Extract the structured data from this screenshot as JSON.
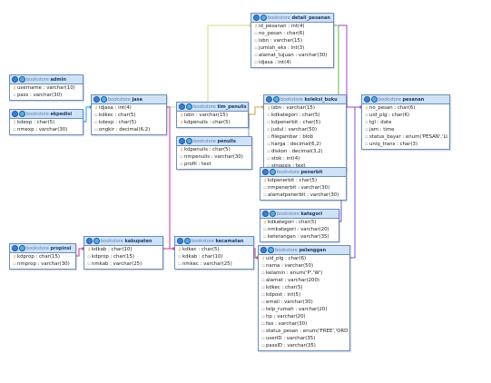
{
  "diagram": {
    "db_name": "bookstore",
    "tables": [
      {
        "id": "detail_pesanan",
        "name": "detail_pesanan",
        "fields": [
          {
            "text": "id_pesanan : int(4)",
            "key": true
          },
          {
            "text": "no_pesan : char(6)",
            "key": false
          },
          {
            "text": "isbn : varchar(15)",
            "key": false
          },
          {
            "text": "jumlah_eks : int(3)",
            "key": false
          },
          {
            "text": "alamat_tujuan : varchar(30)",
            "key": false
          },
          {
            "text": "idjasa : int(4)",
            "key": false
          }
        ]
      },
      {
        "id": "admin",
        "name": "admin",
        "fields": [
          {
            "text": "username : varchar(10)",
            "key": true
          },
          {
            "text": "pass : varchar(30)",
            "key": false
          }
        ]
      },
      {
        "id": "ekspedisi",
        "name": "ekpedisi",
        "fields": [
          {
            "text": "kdexp : char(5)",
            "key": true
          },
          {
            "text": "nmexp : varchar(30)",
            "key": false
          }
        ]
      },
      {
        "id": "jasa",
        "name": "jasa",
        "fields": [
          {
            "text": "idjasa : int(4)",
            "key": true
          },
          {
            "text": "kdkec : char(5)",
            "key": false
          },
          {
            "text": "kdexp : char(5)",
            "key": false
          },
          {
            "text": "ongkir : decimal(6,2)",
            "key": false
          }
        ]
      },
      {
        "id": "tim_penulis",
        "name": "tim_penulis",
        "fields": [
          {
            "text": "isbn : varchar(15)",
            "key": true
          },
          {
            "text": "kdpenulis : char(5)",
            "key": true
          }
        ]
      },
      {
        "id": "penulis",
        "name": "penulis",
        "fields": [
          {
            "text": "kdpenulis : char(5)",
            "key": true
          },
          {
            "text": "nmpenulis : varchar(30)",
            "key": false
          },
          {
            "text": "profil : text",
            "key": false
          }
        ]
      },
      {
        "id": "koleksi_buku",
        "name": "koleksi_buku",
        "fields": [
          {
            "text": "isbn : varchar(15)",
            "key": true
          },
          {
            "text": "kdkategori : char(5)",
            "key": false
          },
          {
            "text": "kdpenerbit : char(5)",
            "key": false
          },
          {
            "text": "judul : varchar(50)",
            "key": false
          },
          {
            "text": "filegambar : blob",
            "key": false
          },
          {
            "text": "harga : decimal(6,2)",
            "key": false
          },
          {
            "text": "diskon : decimal(3,2)",
            "key": false
          },
          {
            "text": "stok : int(4)",
            "key": false
          },
          {
            "text": "sinopsis : text",
            "key": false
          }
        ]
      },
      {
        "id": "pesanan",
        "name": "pesanan",
        "fields": [
          {
            "text": "no_pesan : char(6)",
            "key": true
          },
          {
            "text": "uid_plg : char(6)",
            "key": false
          },
          {
            "text": "tgl : date",
            "key": false
          },
          {
            "text": "jam : time",
            "key": false
          },
          {
            "text": "status_bayar : enum('PESAN','LUNAS')",
            "key": false
          },
          {
            "text": "uniq_trans : char(3)",
            "key": false
          }
        ]
      },
      {
        "id": "penerbit",
        "name": "penerbit",
        "fields": [
          {
            "text": "kdpenerbit : char(5)",
            "key": true
          },
          {
            "text": "nmpenerbit : varchar(30)",
            "key": false
          },
          {
            "text": "alamatpenerbit : varchar(30)",
            "key": false
          }
        ]
      },
      {
        "id": "kategori",
        "name": "kategori",
        "fields": [
          {
            "text": "kdkategori : char(5)",
            "key": true
          },
          {
            "text": "nmkategori : varchar(20)",
            "key": false
          },
          {
            "text": "keterangan : varchar(35)",
            "key": false
          }
        ]
      },
      {
        "id": "propinsi",
        "name": "propinsi",
        "fields": [
          {
            "text": "kdprop : char(15)",
            "key": true
          },
          {
            "text": "nmprop : varchar(30)",
            "key": false
          }
        ]
      },
      {
        "id": "kabupaten",
        "name": "kabupaten",
        "fields": [
          {
            "text": "kdkab : char(10)",
            "key": true
          },
          {
            "text": "kdprop : char(15)",
            "key": false
          },
          {
            "text": "nmkab : varchar(25)",
            "key": false
          }
        ]
      },
      {
        "id": "kecamatan",
        "name": "kecamatan",
        "fields": [
          {
            "text": "kdkec : char(5)",
            "key": true
          },
          {
            "text": "kdkab : char(10)",
            "key": false
          },
          {
            "text": "nmkec : varchar(25)",
            "key": false
          }
        ]
      },
      {
        "id": "pelanggan",
        "name": "pelanggan",
        "fields": [
          {
            "text": "uid_plg : char(6)",
            "key": true
          },
          {
            "text": "nama : varchar(50)",
            "key": false
          },
          {
            "text": "kelamin : enum('P','W')",
            "key": false
          },
          {
            "text": "alamat : varchar(200)",
            "key": false
          },
          {
            "text": "kdkec : char(5)",
            "key": false
          },
          {
            "text": "kdpost : int(5)",
            "key": false
          },
          {
            "text": "email : varchar(30)",
            "key": false
          },
          {
            "text": "telp_rumah : varchar(20)",
            "key": false
          },
          {
            "text": "hp : varchar(20)",
            "key": false
          },
          {
            "text": "fax : varchar(30)",
            "key": false
          },
          {
            "text": "status_pesan : enum('FREE','ORDER')",
            "key": false
          },
          {
            "text": "userID : varchar(35)",
            "key": false
          },
          {
            "text": "passID : varchar(35)",
            "key": false
          }
        ]
      }
    ],
    "relations": [
      {
        "from": "detail_pesanan",
        "to": "pesanan",
        "color": "#9c3fd6"
      },
      {
        "from": "detail_pesanan",
        "to": "koleksi_buku",
        "color": "#6ab04c"
      },
      {
        "from": "jasa",
        "to": "detail_pesanan",
        "color": "#d9d97a"
      },
      {
        "from": "jasa",
        "to": "ekspedisi",
        "color": "#1aa7c9"
      },
      {
        "from": "jasa",
        "to": "kecamatan",
        "color": "#c8319a"
      },
      {
        "from": "tim_penulis",
        "to": "koleksi_buku",
        "color": "#caa24a"
      },
      {
        "from": "tim_penulis",
        "to": "penulis",
        "color": "#7d9bc4"
      },
      {
        "from": "koleksi_buku",
        "to": "penerbit",
        "color": "#caa24a"
      },
      {
        "from": "koleksi_buku",
        "to": "kategori",
        "color": "#6f5bd1"
      },
      {
        "from": "pesanan",
        "to": "pelanggan",
        "color": "#7b4fd6"
      },
      {
        "from": "kabupaten",
        "to": "propinsi",
        "color": "#c8319a"
      },
      {
        "from": "kecamatan",
        "to": "kabupaten",
        "color": "#c8319a"
      },
      {
        "from": "pelanggan",
        "to": "kecamatan",
        "color": "#c8319a"
      }
    ]
  }
}
